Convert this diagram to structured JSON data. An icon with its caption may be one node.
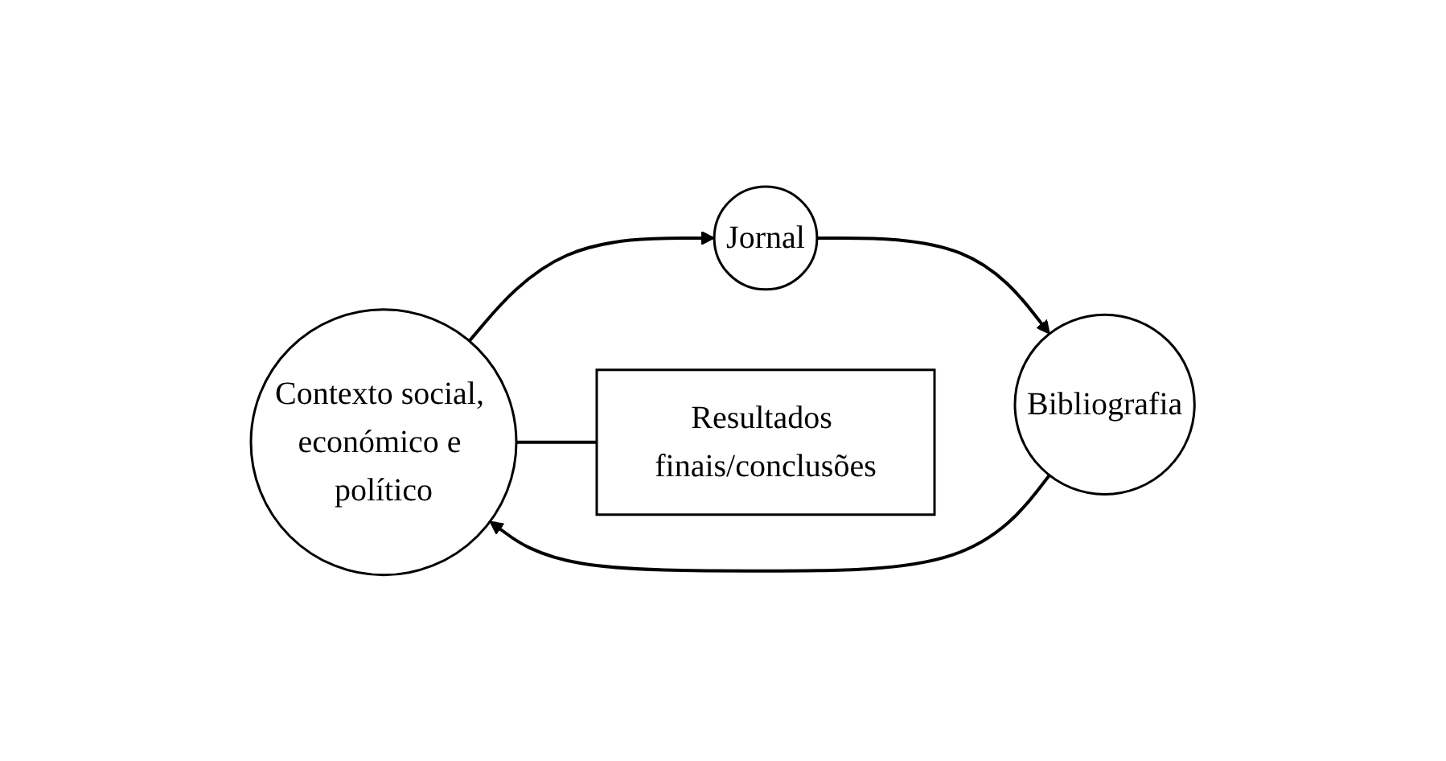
{
  "diagram": {
    "nodes": [
      {
        "text": [
          "Contexto social, económico e político"
        ]
      },
      {
        "text": [
          "Jornal"
        ]
      },
      {
        "text": [
          "Bibliografia"
        ]
      },
      {
        "text": [
          "Resultados finais/conclusões"
        ]
      }
    ],
    "edges": [
      {
        "from": 0,
        "to": 1,
        "arrow": "to"
      },
      {
        "from": 1,
        "to": 2,
        "arrow": "to"
      },
      {
        "from": 2,
        "to": 0,
        "arrow": "to"
      },
      {
        "from": 0,
        "to": 3,
        "arrow": "none"
      }
    ]
  }
}
